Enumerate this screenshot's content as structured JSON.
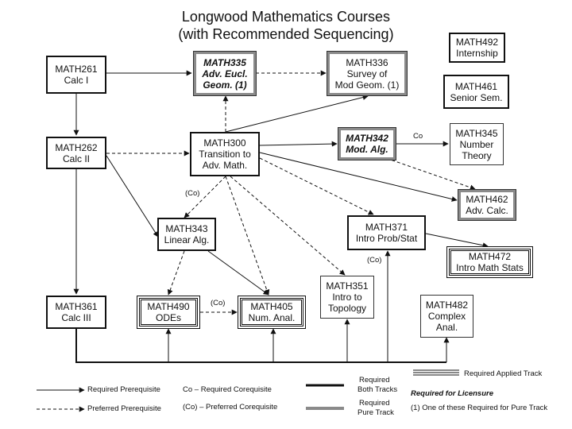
{
  "title": {
    "line1": "Longwood Mathematics Courses",
    "line2": "(with Recommended Sequencing)"
  },
  "courses": {
    "math261": {
      "code": "MATH261",
      "name": "Calc I"
    },
    "math262": {
      "code": "MATH262",
      "name": "Calc II"
    },
    "math361": {
      "code": "MATH361",
      "name": "Calc III"
    },
    "math335": {
      "code": "MATH335",
      "name1": "Adv. Eucl.",
      "name2": "Geom. (1)"
    },
    "math336": {
      "code": "MATH336",
      "name1": "Survey of",
      "name2": "Mod Geom. (1)"
    },
    "math300": {
      "code": "MATH300",
      "name1": "Transition to",
      "name2": "Adv. Math."
    },
    "math342": {
      "code": "MATH342",
      "name": "Mod. Alg."
    },
    "math345": {
      "code": "MATH345",
      "name1": "Number",
      "name2": "Theory"
    },
    "math462": {
      "code": "MATH462",
      "name": "Adv. Calc."
    },
    "math343": {
      "code": "MATH343",
      "name": "Linear Alg."
    },
    "math371": {
      "code": "MATH371",
      "name": "Intro Prob/Stat"
    },
    "math472": {
      "code": "MATH472",
      "name": "Intro Math Stats"
    },
    "math490": {
      "code": "MATH490",
      "name": "ODEs"
    },
    "math405": {
      "code": "MATH405",
      "name": "Num. Anal."
    },
    "math351": {
      "code": "MATH351",
      "name1": "Intro to",
      "name2": "Topology"
    },
    "math482": {
      "code": "MATH482",
      "name1": "Complex",
      "name2": "Anal."
    },
    "math492": {
      "code": "MATH492",
      "name": "Internship"
    },
    "math461": {
      "code": "MATH461",
      "name": "Senior Sem."
    }
  },
  "edge_labels": {
    "co": "Co",
    "pco_1": "(Co)",
    "pco_2": "(Co)",
    "pco_3": "(Co)"
  },
  "legend": {
    "required_prereq": "Required Prerequisite",
    "preferred_prereq": "Preferred Prerequisite",
    "co_required": "Co – Required Corequisite",
    "co_preferred": "(Co) – Preferred Corequisite",
    "both_tracks_1": "Required",
    "both_tracks_2": "Both Tracks",
    "pure_track_1": "Required",
    "pure_track_2": "Pure Track",
    "applied_track": "Required Applied Track",
    "licensure_title": "Required for Licensure",
    "licensure_note": "(1) One of these Required for Pure Track"
  },
  "colors": {
    "line": "#111111",
    "pure_track_gray": "#8a8a8a"
  }
}
